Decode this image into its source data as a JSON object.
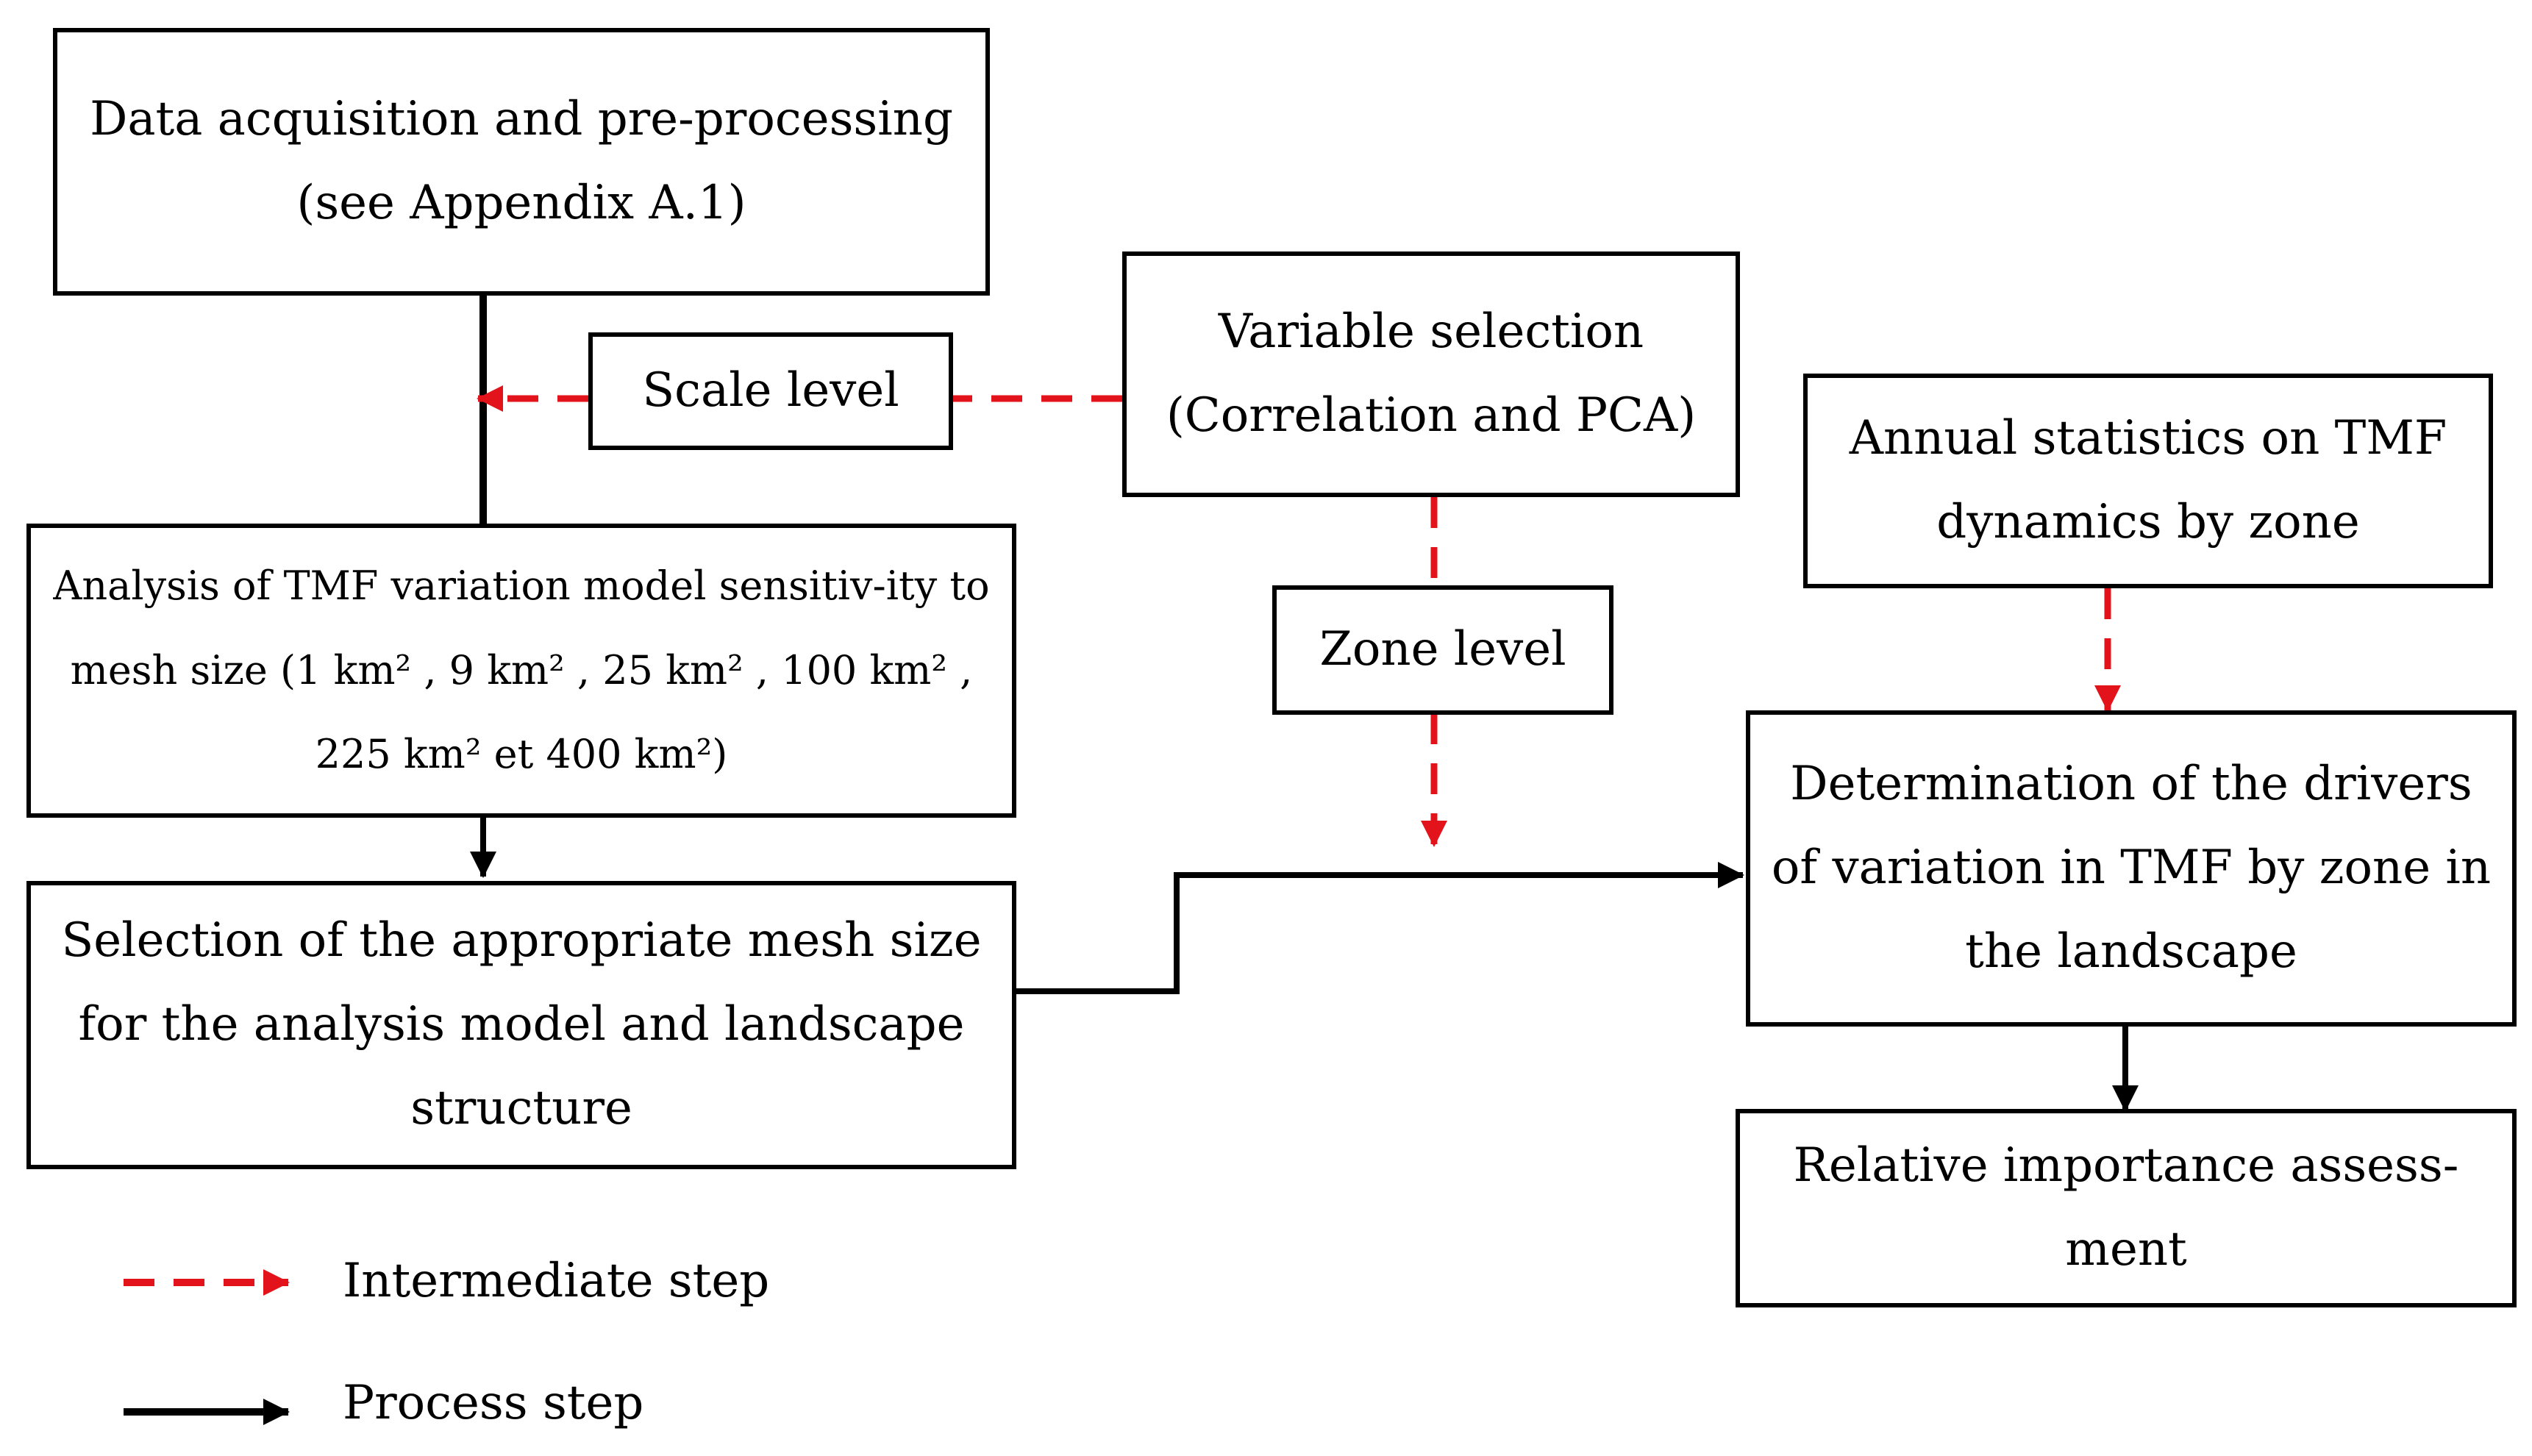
{
  "boxes": {
    "data_acquisition": "Data acquisition and pre-processing (see Appendix A.1)",
    "scale_level": "Scale level",
    "variable_selection": "Variable selection (Correlation and PCA)",
    "annual_statistics": "Annual statistics on TMF dynamics by zone",
    "sensitivity_analysis": "Analysis of TMF variation model sensitiv-ity to mesh size (1 km² , 9 km² , 25 km² , 100 km² , 225 km² et 400 km²)",
    "zone_level": "Zone level",
    "mesh_selection": "Selection of the appropriate mesh size for the analysis model and landscape structure",
    "drivers_determination": "Determination of the drivers of variation in TMF by zone in the landscape",
    "relative_importance": "Relative importance assess-ment"
  },
  "legend": {
    "intermediate_label": "Intermediate step",
    "process_label": "Process step"
  },
  "colors": {
    "process": "#000000",
    "intermediate": "#e3131b"
  }
}
